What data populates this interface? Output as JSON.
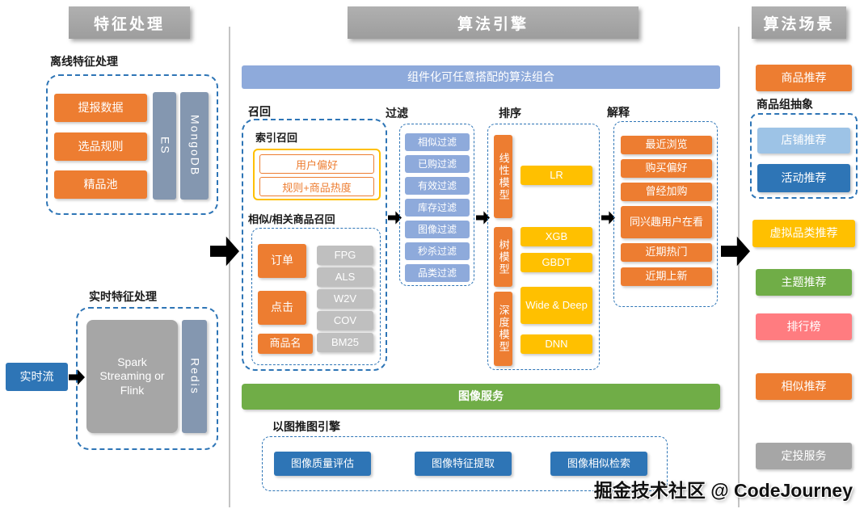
{
  "palette": {
    "orange": "#ED7D31",
    "yellow": "#FFC000",
    "header_gray": "#A5A5A5",
    "blue_gray": "#8497B0",
    "banner_blue": "#8EAADB",
    "green": "#70AD47",
    "dark_blue": "#2E75B6",
    "light_blue": "#9DC3E6",
    "pink": "#FF7C80",
    "box_gray": "#A6A6A6",
    "algo_gray": "#BFBFBF",
    "dashed_border": "#2E75B6"
  },
  "feature": {
    "title": "特征处理",
    "offline": {
      "label": "离线特征处理",
      "sources": [
        "提报数据",
        "选品规则",
        "精品池"
      ],
      "stores": [
        "ES",
        "MongoDB"
      ]
    },
    "realtime": {
      "label": "实时特征处理",
      "input": "实时流",
      "engine": "Spark Streaming or Flink",
      "store": "Redis"
    }
  },
  "engine": {
    "title": "算法引擎",
    "banner": "组件化可任意搭配的算法组合",
    "recall": {
      "label": "召回",
      "index": {
        "label": "索引召回",
        "items": [
          "用户偏好",
          "规则+商品热度"
        ]
      },
      "similar": {
        "label": "相似/相关商品召回",
        "sources": [
          "订单",
          "点击",
          "商品名"
        ],
        "algos": [
          "FPG",
          "ALS",
          "W2V",
          "COV",
          "BM25"
        ]
      }
    },
    "filter": {
      "label": "过滤",
      "items": [
        "相似过滤",
        "已购过滤",
        "有效过滤",
        "库存过滤",
        "图像过滤",
        "秒杀过滤",
        "品类过滤"
      ]
    },
    "rank": {
      "label": "排序",
      "models": [
        "线性模型",
        "树模型",
        "深度模型"
      ],
      "algos": [
        "LR",
        "XGB",
        "GBDT",
        "Wide & Deep",
        "DNN"
      ]
    },
    "explain": {
      "label": "解释",
      "items": [
        "最近浏览",
        "购买偏好",
        "曾经加购",
        "同兴趣用户在看",
        "近期热门",
        "近期上新"
      ]
    },
    "image": {
      "banner": "图像服务",
      "label": "以图推图引擎",
      "items": [
        "图像质量评估",
        "图像特征提取",
        "图像相似检索"
      ]
    }
  },
  "scenario": {
    "title": "算法场景",
    "product": "商品推荐",
    "group_label": "商品组抽象",
    "group_items": [
      "店铺推荐",
      "活动推荐"
    ],
    "items": [
      "虚拟品类推荐",
      "主题推荐",
      "排行榜",
      "相似推荐",
      "定投服务"
    ]
  },
  "watermark": "掘金技术社区 @ CodeJourney"
}
